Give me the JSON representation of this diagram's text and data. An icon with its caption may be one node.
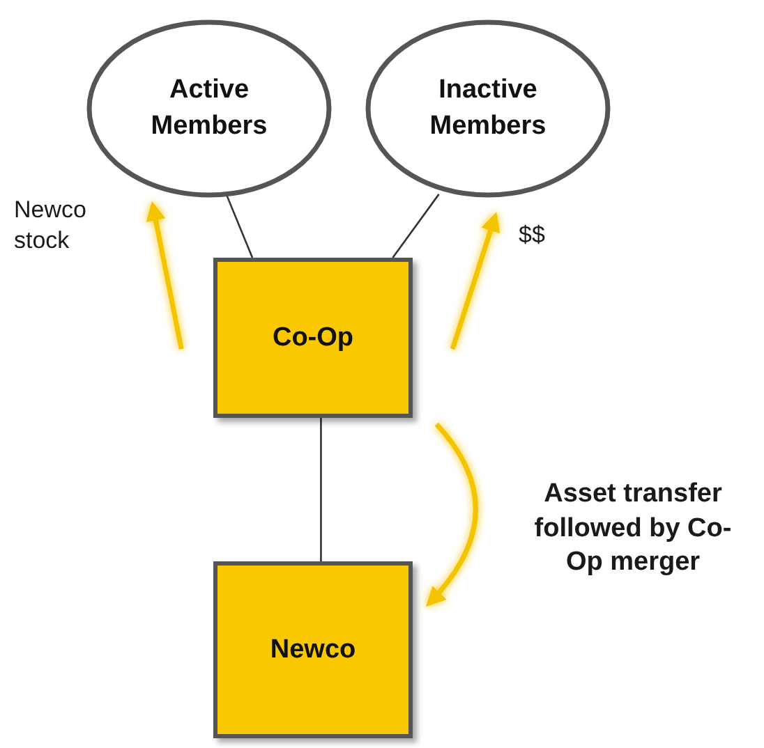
{
  "diagram": {
    "nodes": [
      {
        "text": [
          "Active Members"
        ]
      },
      {
        "text": [
          "Inactive Members"
        ]
      },
      {
        "text": [
          "Co-Op"
        ]
      },
      {
        "text": [
          "Newco"
        ]
      }
    ],
    "edges": [
      {
        "from": 0,
        "to": 2,
        "arrow": "none"
      },
      {
        "from": 1,
        "to": 2,
        "arrow": "none"
      },
      {
        "from": 2,
        "to": 3,
        "arrow": "none"
      },
      {
        "from": 2,
        "to": 0,
        "arrow": "to",
        "label": "Newco stock",
        "style": "thick",
        "color": "#f5c400"
      },
      {
        "from": 2,
        "to": 1,
        "arrow": "to",
        "label": "$$",
        "style": "thick",
        "color": "#f5c400"
      },
      {
        "from": 2,
        "to": 3,
        "arrow": "to",
        "label": "Asset transfer followed by Co-Op merger",
        "style": "thick",
        "color": "#f5c400"
      }
    ]
  }
}
